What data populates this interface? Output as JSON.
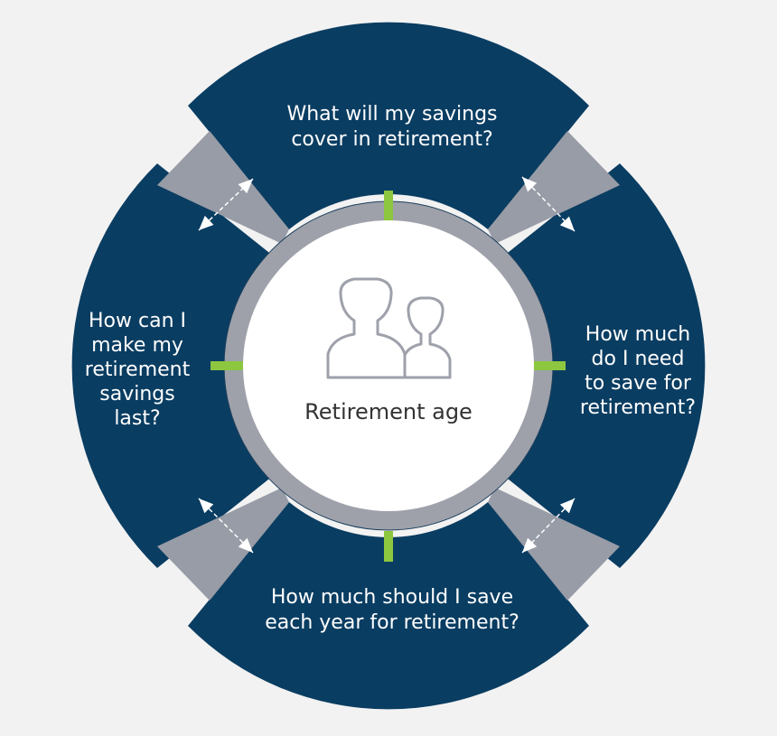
{
  "center": {
    "label": "Retirement age"
  },
  "segments": {
    "top": [
      "What will my savings",
      "cover in retirement?"
    ],
    "right": [
      "How much",
      "do I need",
      "to save for",
      "retirement?"
    ],
    "bottom": [
      "How much should I save",
      "each year for retirement?"
    ],
    "left": [
      "How can I",
      "make my",
      "retirement",
      "savings",
      "last?"
    ]
  },
  "icons": {
    "center": "two-people-icon",
    "connector": "double-arrow-icon"
  },
  "colors": {
    "background": "#f2f2f2",
    "segment": "#0a3d62",
    "connector": "#989ca6",
    "ring": "#9ea1aa",
    "tick": "#8dc63f",
    "center_fill": "#ffffff",
    "text_light": "#ffffff",
    "text_dark": "#333333"
  }
}
